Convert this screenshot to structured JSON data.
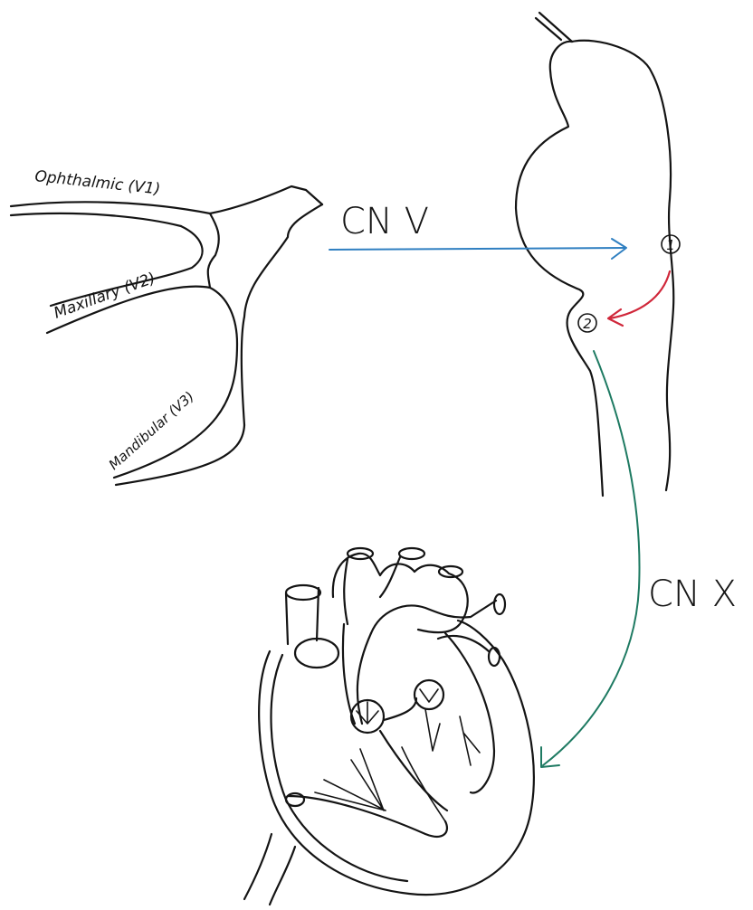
{
  "labels": {
    "ophthalmic": "Ophthalmic (V1)",
    "maxillary": "Maxillary (V2)",
    "mandibular": "Mandibular (V3)",
    "cn_v": "CN V",
    "cn_x": "CN X",
    "marker_1": "1",
    "marker_2": "2"
  },
  "colors": {
    "ink": "#141414",
    "cn_v_arrow": "#2f7fc1",
    "marker_arrow": "#d0273a",
    "cn_x_arrow": "#1e7a62"
  },
  "icons": {
    "trigeminal_nerve": "trigeminal-nerve-drawing",
    "brainstem": "brainstem-drawing",
    "heart": "heart-drawing"
  }
}
